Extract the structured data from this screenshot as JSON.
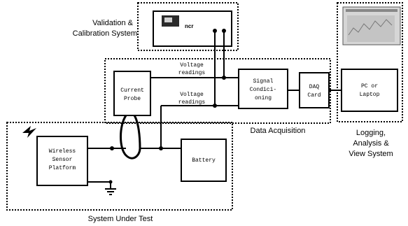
{
  "systems": {
    "validation_line1": "Validation &",
    "validation_line2": "Calibration System",
    "acquisition": "Data Acquisition",
    "logging_line1": "Logging,",
    "logging_line2": "Analysis &",
    "logging_line3": "View System",
    "under_test": "System Under Test"
  },
  "blocks": {
    "instrument_label": "ncr",
    "current_probe_1": "Current",
    "current_probe_2": "Probe",
    "signal_cond_1": "Signal",
    "signal_cond_2": "Condici-",
    "signal_cond_3": "oning",
    "daq_1": "DAQ",
    "daq_2": "Card",
    "pc_1": "PC or",
    "pc_2": "Laptop",
    "wsp_1": "Wireless",
    "wsp_2": "Sensor",
    "wsp_3": "Platform",
    "battery": "Battery"
  },
  "signals": {
    "upper_1": "Voltage",
    "upper_2": "readings",
    "lower_1": "Voltage",
    "lower_2": "readings"
  }
}
